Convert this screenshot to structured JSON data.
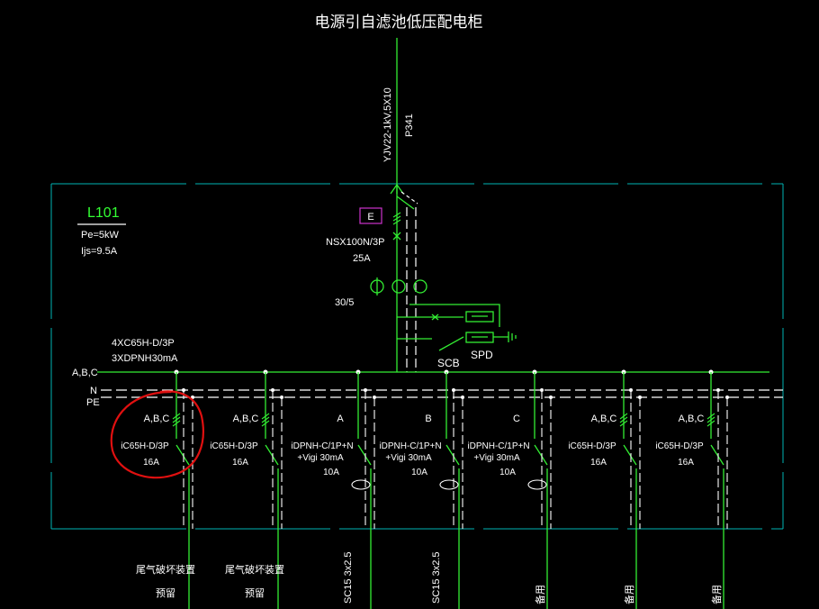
{
  "title": "电源引自滤池低压配电柜",
  "incoming_cable": {
    "spec": "YJV22-1kV,5X10",
    "route": "P341"
  },
  "meter_label": "E",
  "main_breaker": {
    "model": "NSX100N/3P",
    "rating": "25A"
  },
  "ct_ratio": "30/5",
  "scb_label": "SCB",
  "spd_label": "SPD",
  "panel": {
    "name": "L101",
    "pe": "Pe=5kW",
    "ijs": "Ijs=9.5A"
  },
  "bus_note": {
    "line1": "4XC65H-D/3P",
    "line2": "3XDPNH30mA"
  },
  "bus_labels": {
    "abc": "A,B,C",
    "n": "N",
    "pe": "PE"
  },
  "branches": [
    {
      "phase": "A,B,C",
      "breaker": "iC65H-D/3P",
      "sub": "",
      "rating": "16A",
      "cable": "",
      "use": "尾气破坏装置",
      "use2": "预留"
    },
    {
      "phase": "A,B,C",
      "breaker": "iC65H-D/3P",
      "sub": "",
      "rating": "16A",
      "cable": "",
      "use": "尾气破坏装置",
      "use2": "预留"
    },
    {
      "phase": "A",
      "breaker": "iDPNH-C/1P+N",
      "sub": "+Vigi 30mA",
      "rating": "10A",
      "cable": "SC15  3x2.5",
      "use": "",
      "use2": ""
    },
    {
      "phase": "B",
      "breaker": "iDPNH-C/1P+N",
      "sub": "+Vigi 30mA",
      "rating": "10A",
      "cable": "SC15  3x2.5",
      "use": "",
      "use2": ""
    },
    {
      "phase": "C",
      "breaker": "iDPNH-C/1P+N",
      "sub": "+Vigi 30mA",
      "rating": "10A",
      "cable": "",
      "use": "备用",
      "use2": ""
    },
    {
      "phase": "A,B,C",
      "breaker": "iC65H-D/3P",
      "sub": "",
      "rating": "16A",
      "cable": "",
      "use": "备用",
      "use2": ""
    },
    {
      "phase": "A,B,C",
      "breaker": "iC65H-D/3P",
      "sub": "",
      "rating": "16A",
      "cable": "",
      "use": "备用",
      "use2": ""
    }
  ],
  "colors": {
    "background": "#000000",
    "wire": "#33ee33",
    "frame": "#00b3b3",
    "text": "#ffffff",
    "meter": "#cc33cc",
    "highlight": "#e01010"
  }
}
